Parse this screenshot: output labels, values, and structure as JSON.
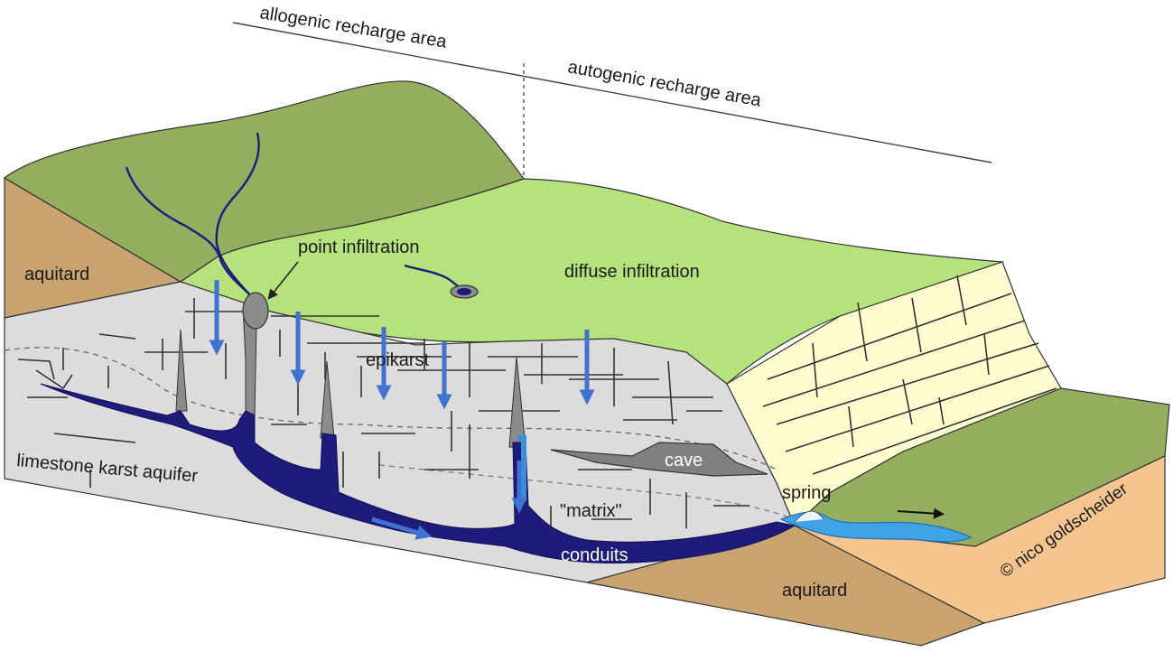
{
  "labels": {
    "allogenic": "allogenic recharge area",
    "autogenic": "autogenic recharge area",
    "aquitard_left": "aquitard",
    "aquitard_bottom": "aquitard",
    "point_infiltration": "point infiltration",
    "diffuse_infiltration": "diffuse infiltration",
    "epikarst": "epikarst",
    "cave": "cave",
    "spring": "spring",
    "matrix": "\"matrix\"",
    "conduits": "conduits",
    "limestone": "limestone karst aquifer",
    "copyright": "© nico goldscheider"
  },
  "colors": {
    "upland_green": "#95ad5e",
    "plain_green": "#b5e27c",
    "aquitard_brown": "#c8a370",
    "aquitard_light": "#f5c590",
    "limestone_gray": "#dcdcdc",
    "limestone_yellow": "#fffcd0",
    "conduit_navy": "#1f1b7a",
    "water_blue": "#2f8fd8",
    "arrow_blue": "#3f73cf"
  }
}
